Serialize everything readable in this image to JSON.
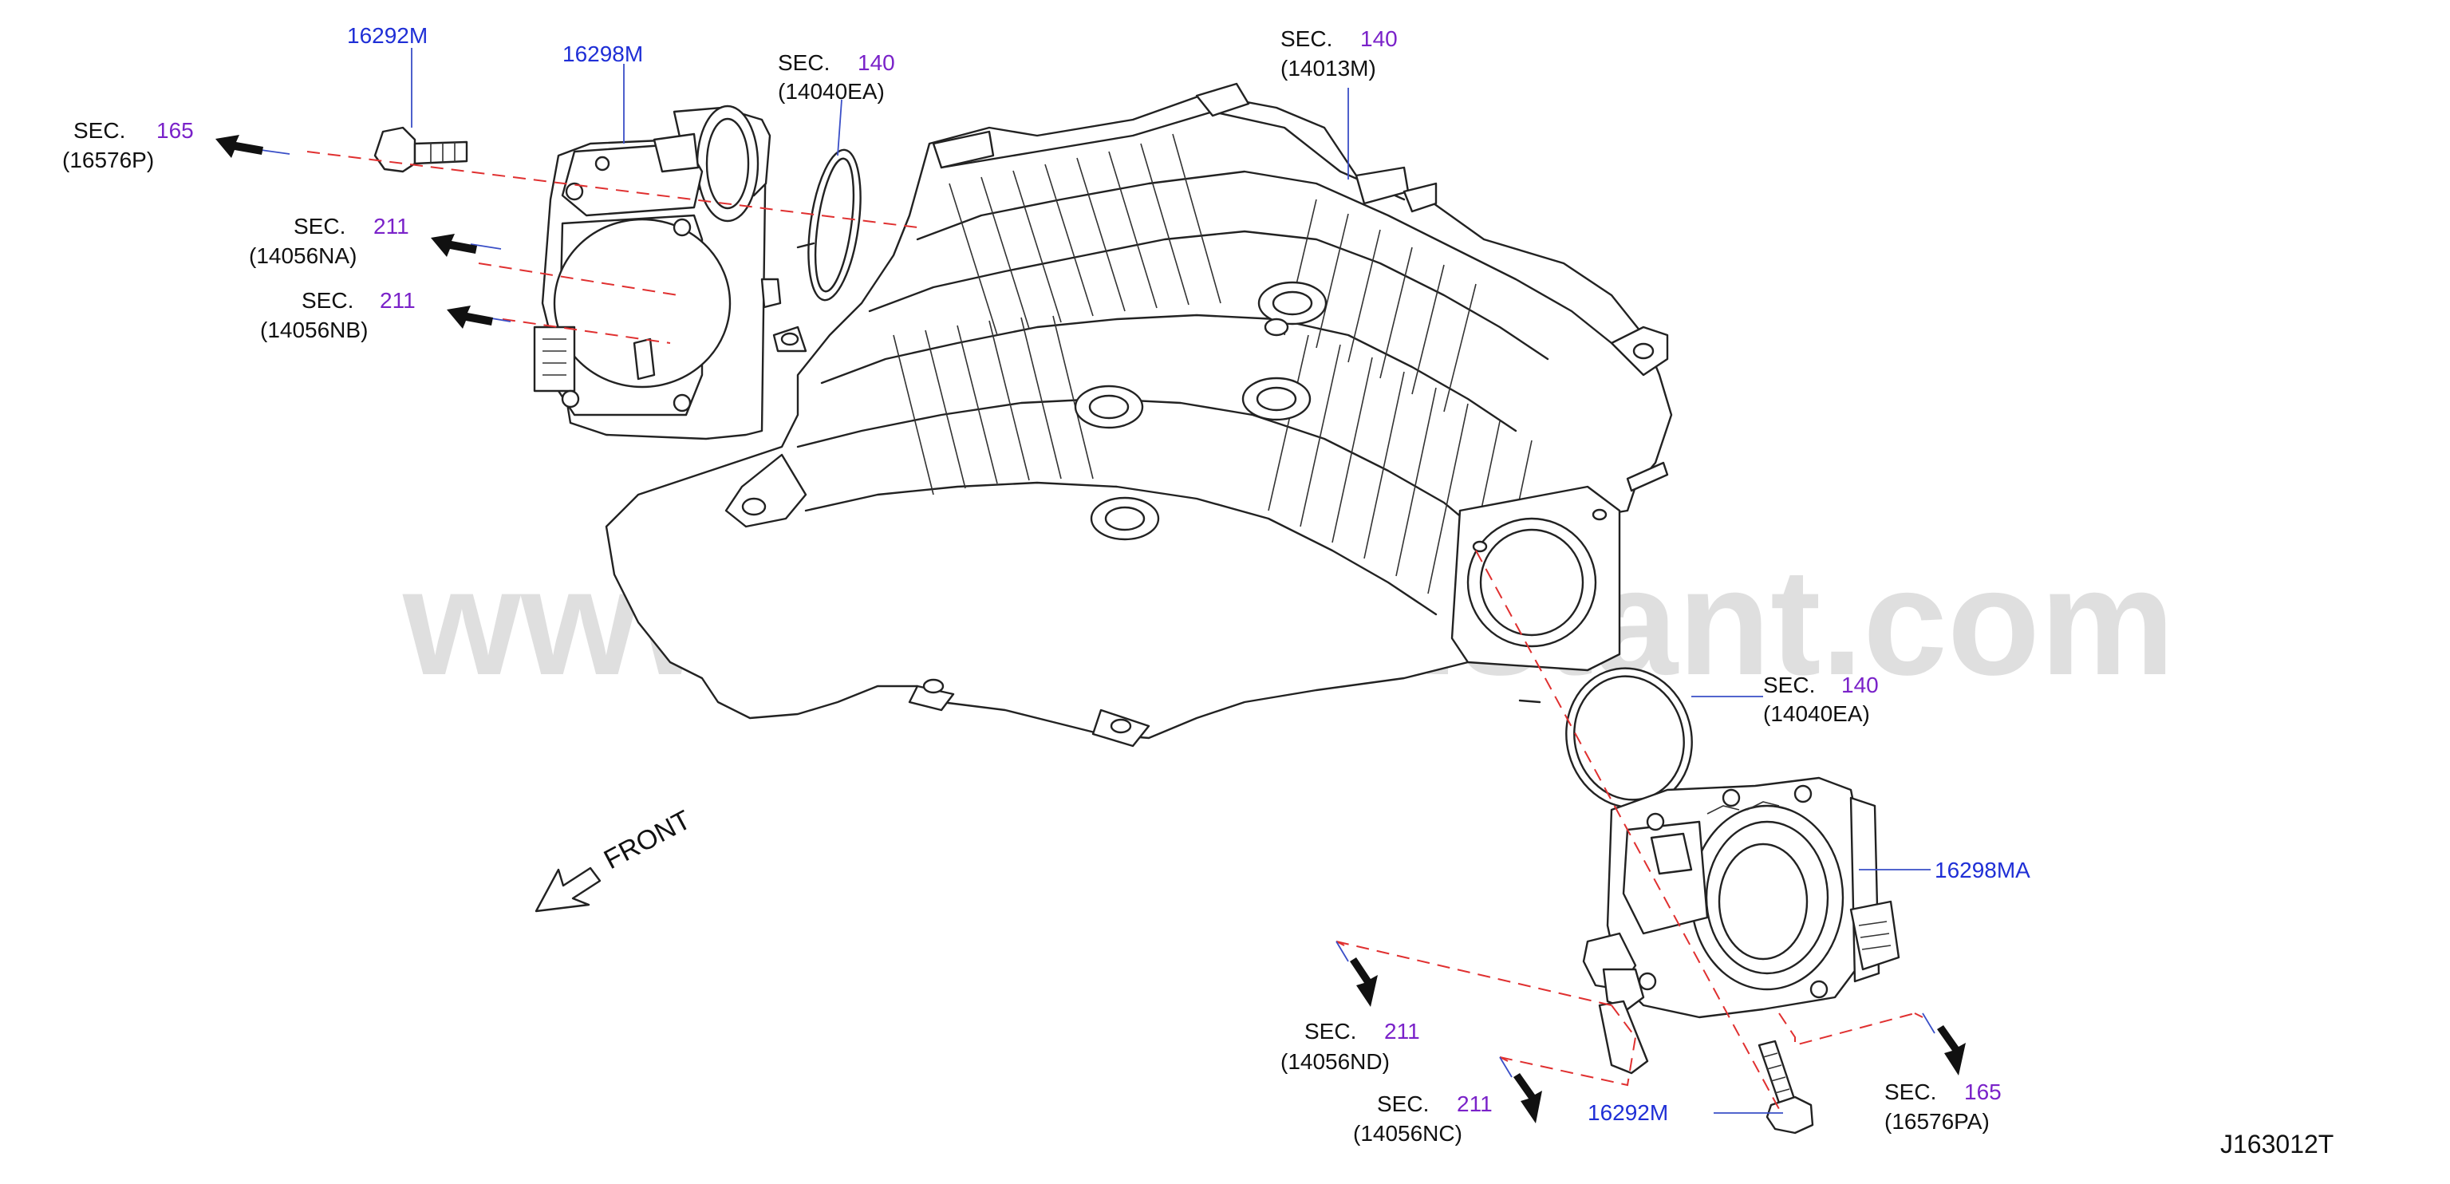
{
  "diagram": {
    "reference_code": "J163012T",
    "watermark": "www.partsassistant.com",
    "front_label": "FRONT",
    "part_numbers": {
      "bolt_upper": "16292M",
      "throttle_body_left": "16298M",
      "throttle_body_right": "16298MA",
      "bolt_lower": "16292M"
    },
    "section_refs": [
      {
        "id": "s165_16576P",
        "sec": "SEC.",
        "num": "165",
        "code": "(16576P)"
      },
      {
        "id": "s211_14056NA",
        "sec": "SEC.",
        "num": "211",
        "code": "(14056NA)"
      },
      {
        "id": "s211_14056NB",
        "sec": "SEC.",
        "num": "211",
        "code": "(14056NB)"
      },
      {
        "id": "s140_14040EA_top",
        "sec": "SEC.",
        "num": "140",
        "code": "(14040EA)"
      },
      {
        "id": "s140_14013M",
        "sec": "SEC.",
        "num": "140",
        "code": "(14013M)"
      },
      {
        "id": "s140_14040EA_right",
        "sec": "SEC.",
        "num": "140",
        "code": "(14040EA)"
      },
      {
        "id": "s211_14056ND",
        "sec": "SEC.",
        "num": "211",
        "code": "(14056ND)"
      },
      {
        "id": "s211_14056NC",
        "sec": "SEC.",
        "num": "211",
        "code": "(14056NC)"
      },
      {
        "id": "s165_16576PA",
        "sec": "SEC.",
        "num": "165",
        "code": "(16576PA)"
      }
    ]
  }
}
